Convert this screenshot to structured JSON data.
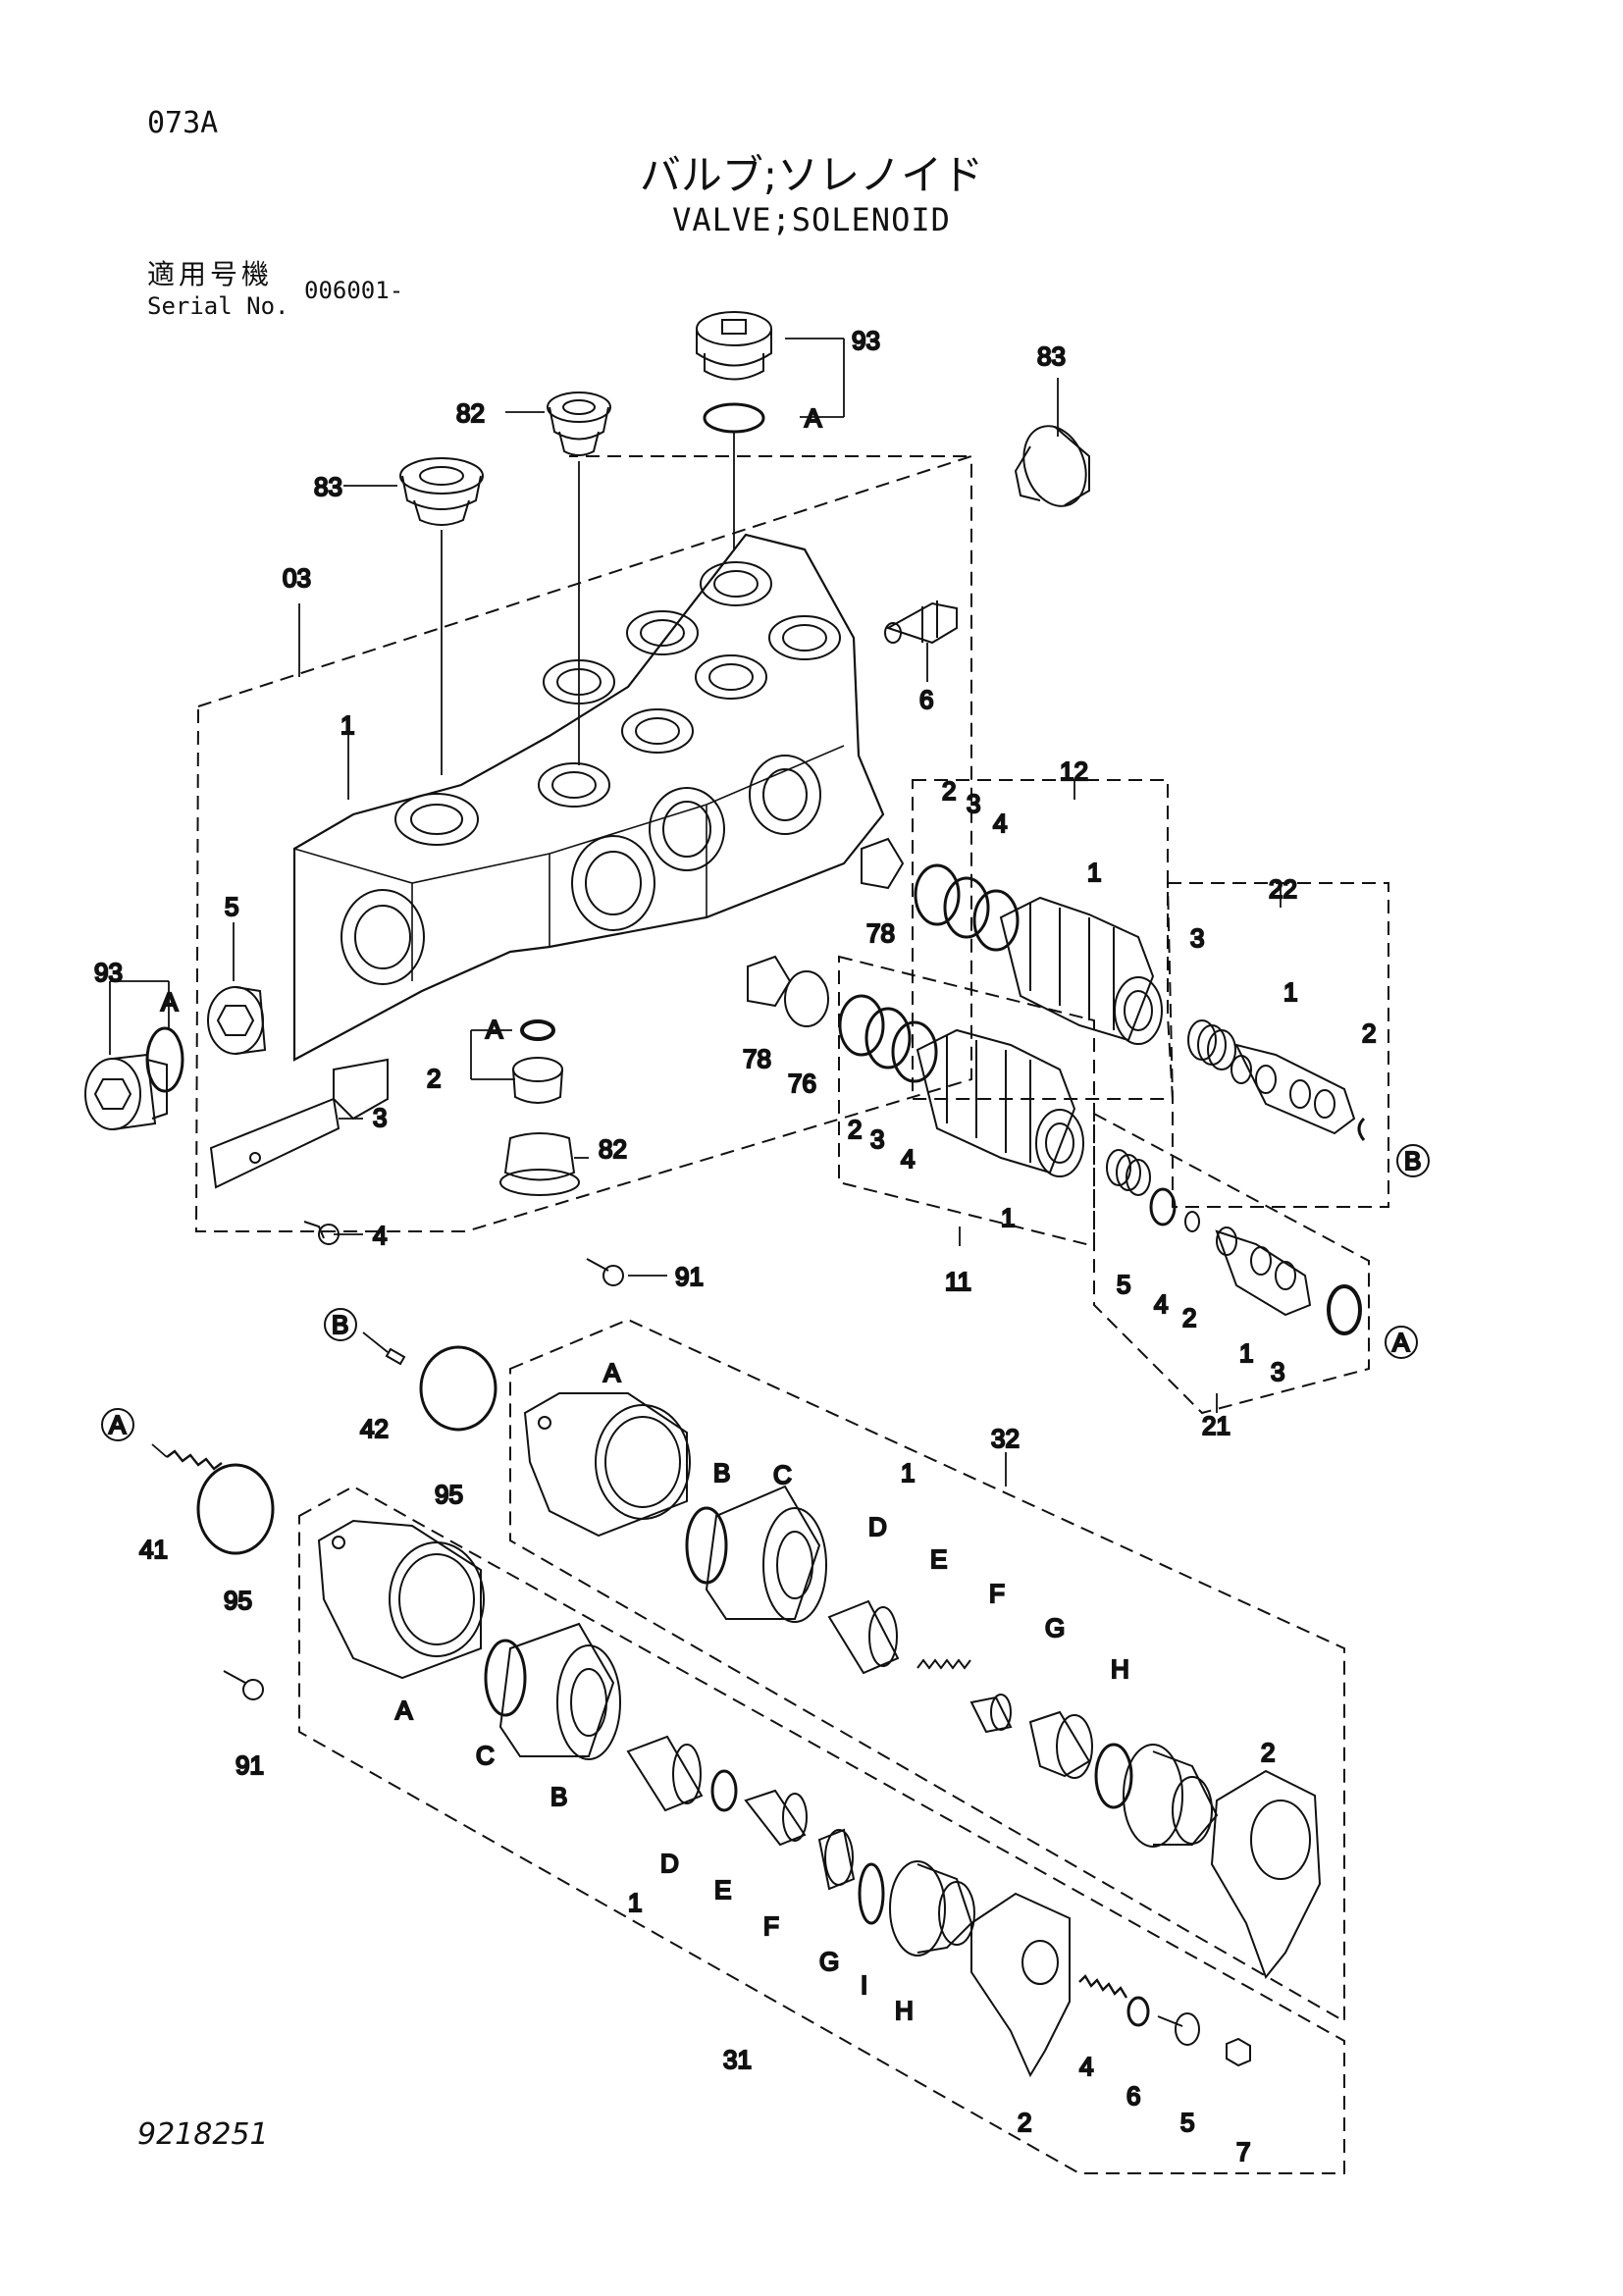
{
  "header": {
    "page_code": "073A",
    "title_jp": "バルブ;ソレノイド",
    "title_en": "VALVE;SOLENOID",
    "serial_label_jp": "適用号機",
    "serial_label_en": "Serial No.",
    "serial_value": "006001-"
  },
  "footer": {
    "drawing_number": "9218251"
  },
  "callouts": {
    "body": {
      "n93a": "93",
      "nA1": "A",
      "n82a": "82",
      "n83a": "83",
      "n83b": "83",
      "n03": "03",
      "n1": "1",
      "n6": "6",
      "n5": "5",
      "n93b": "93",
      "nA2": "A",
      "nA3": "A",
      "n2": "2",
      "n3": "3",
      "n4": "4",
      "n82b": "82"
    },
    "spool12": {
      "n12": "12",
      "n2": "2",
      "n3": "3",
      "n4": "4",
      "n1": "1",
      "n78": "78"
    },
    "spool22": {
      "n22": "22",
      "n3": "3",
      "n1": "1",
      "n2": "2",
      "nB": "B"
    },
    "spool11": {
      "n78": "78",
      "n76": "76",
      "n2": "2",
      "n3": "3",
      "n4": "4",
      "n1": "1",
      "n11": "11"
    },
    "spool21": {
      "n5": "5",
      "n4": "4",
      "n2": "2",
      "n1": "1",
      "n3": "3",
      "nA": "A",
      "n21": "21"
    },
    "solenoid32": {
      "n91": "91",
      "nB": "B",
      "n42": "42",
      "n95": "95",
      "nA": "A",
      "nB2": "B",
      "nC": "C",
      "n1": "1",
      "nD": "D",
      "nE": "E",
      "nF": "F",
      "nG": "G",
      "nH": "H",
      "n32": "32",
      "n2": "2"
    },
    "solenoid31": {
      "nA": "A",
      "n41": "41",
      "n95": "95",
      "n91": "91",
      "nA2": "A",
      "nC": "C",
      "nB": "B",
      "nD": "D",
      "n1": "1",
      "nE": "E",
      "nF": "F",
      "nG": "G",
      "nI": "I",
      "nH": "H",
      "n31": "31",
      "n2": "2",
      "n4": "4",
      "n6": "6",
      "n5": "5",
      "n7": "7"
    }
  }
}
